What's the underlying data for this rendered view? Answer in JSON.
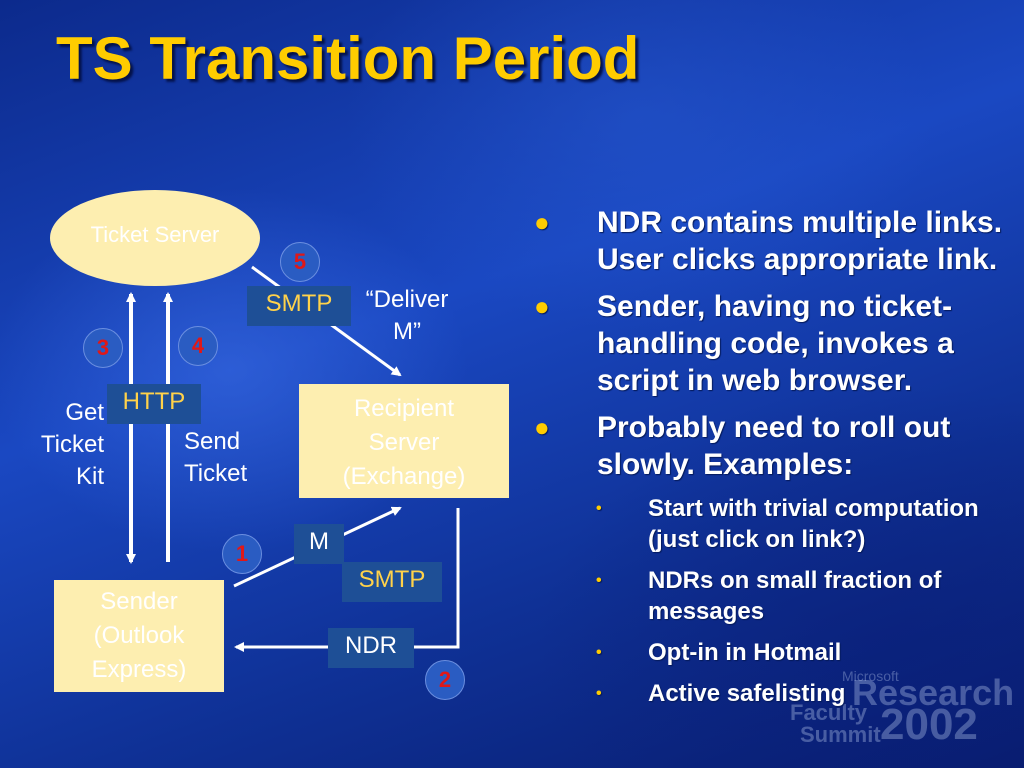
{
  "slide": {
    "title": "TS Transition Period"
  },
  "diagram": {
    "ticket_server": "Ticket Server",
    "recipient_server": [
      "Recipient",
      "Server",
      "(Exchange)"
    ],
    "sender": [
      "Sender",
      "(Outlook",
      "Express)"
    ],
    "tags": {
      "smtp_top": "SMTP",
      "http": "HTTP",
      "m": "M",
      "smtp_mid": "SMTP",
      "ndr": "NDR"
    },
    "numbers": [
      "1",
      "2",
      "3",
      "4",
      "5"
    ],
    "labels": {
      "deliver": [
        "“Deliver",
        "M”"
      ],
      "get_ticket_kit": [
        "Get",
        "Ticket",
        "Kit"
      ],
      "send_ticket": [
        "Send",
        "Ticket"
      ]
    }
  },
  "bullets": [
    {
      "text": "NDR contains multiple links.  User clicks appropriate link."
    },
    {
      "text": "Sender, having no ticket-handling code, invokes a script in web browser."
    },
    {
      "text": "Probably need to roll out slowly.  Examples:",
      "sub": [
        "Start with trivial computation (just click on link?)",
        "NDRs on small fraction of messages",
        "Opt-in in Hotmail",
        "Active safelisting"
      ]
    }
  ],
  "watermark": {
    "line1": "Microsoft",
    "line2": "Research",
    "line3": "Faculty",
    "line4": "Summit",
    "year": "2002"
  },
  "colors": {
    "title": "#ffcc00",
    "box_fill": "#fdeeb0",
    "tag_fill": "#1e4f96",
    "number_text": "#e01818",
    "bullet": "#ffcc00"
  }
}
